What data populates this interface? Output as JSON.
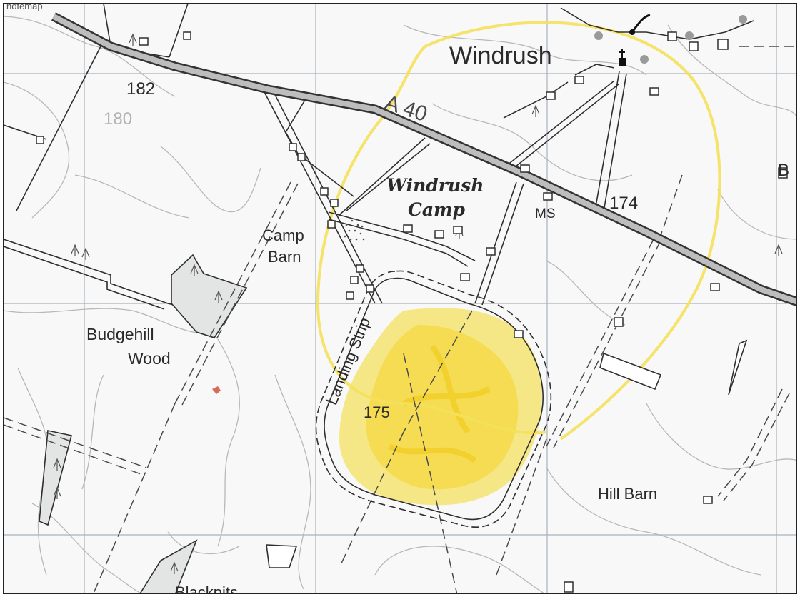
{
  "map": {
    "corner_label": "notemap",
    "places": {
      "windrush": "Windrush",
      "windrush_camp_line1": "Windrush",
      "windrush_camp_line2": "Camp",
      "camp_barn_line1": "Camp",
      "camp_barn_line2": "Barn",
      "budgehill_line1": "Budgehill",
      "budgehill_line2": "Wood",
      "landing_strip": "Landing Strip",
      "hill_barn": "Hill Barn",
      "blackpits": "Blackpits",
      "edge_letter": "B"
    },
    "road": {
      "number": "A 40"
    },
    "heights": {
      "h182": "182",
      "h180": "180",
      "h174": "174",
      "h175": "175"
    },
    "milestone": "MS",
    "colors": {
      "road_outline": "#333333",
      "road_fill": "#bdbdbd",
      "grid": "#a9b3bd",
      "contour": "#b3b3b3",
      "highlight": "#f2d21a",
      "paper": "#f7f8f7",
      "woodland_fill": "#e3e5e5"
    }
  }
}
